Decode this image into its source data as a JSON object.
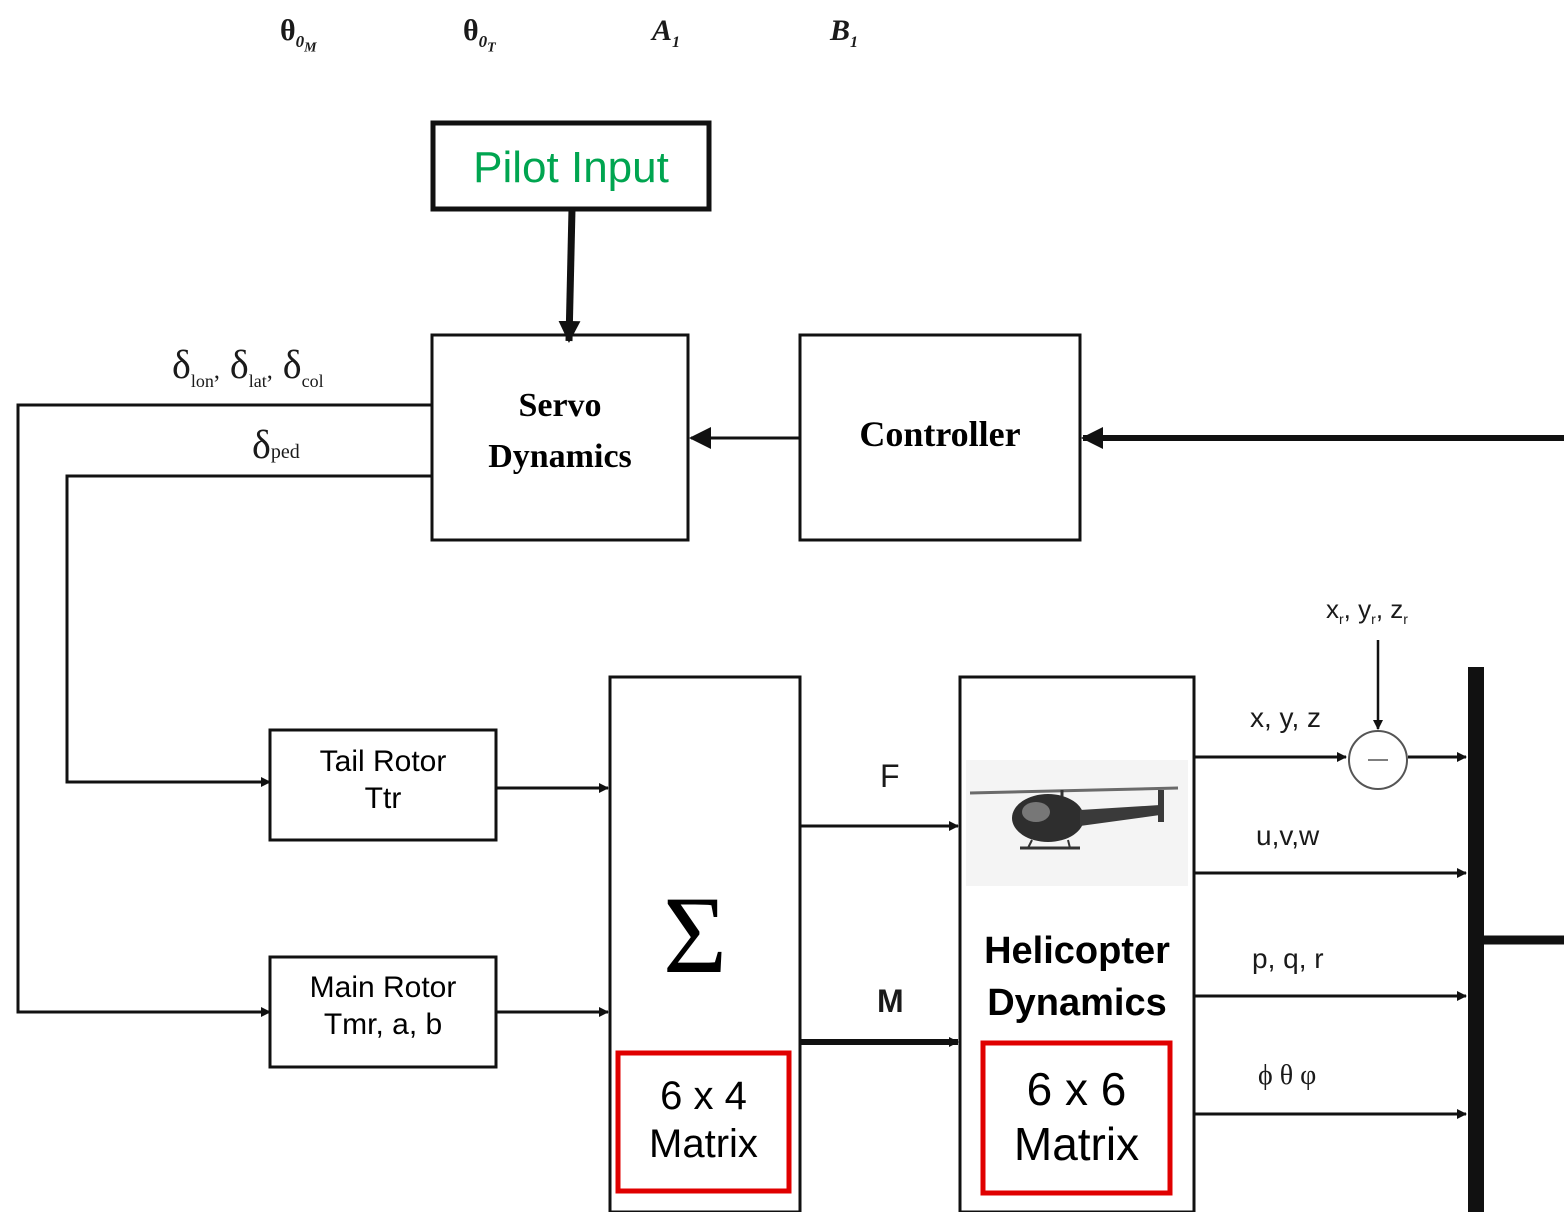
{
  "header": {
    "symbols": [
      {
        "base": "θ",
        "sub": "0",
        "subsub": "M"
      },
      {
        "base": "θ",
        "sub": "0",
        "subsub": "T"
      },
      {
        "base": "A",
        "sub": "1"
      },
      {
        "base": "B",
        "sub": "1"
      }
    ]
  },
  "blocks": {
    "pilot_input": "Pilot Input",
    "servo_line1": "Servo",
    "servo_line2": "Dynamics",
    "controller": "Controller",
    "tail_rotor_line1": "Tail Rotor",
    "tail_rotor_line2": "Ttr",
    "main_rotor_line1": "Main Rotor",
    "main_rotor_line2": "Tmr, a, b",
    "sum_symbol": "Σ",
    "sum_matrix_line1": "6 x 4",
    "sum_matrix_line2": "Matrix",
    "heli_line1": "Helicopter",
    "heli_line2": "Dynamics",
    "heli_matrix_line1": "6 x 6",
    "heli_matrix_line2": "Matrix"
  },
  "signals": {
    "delta_group": {
      "d": "δ",
      "lon": "lon",
      "lat": "lat",
      "col": "col",
      "sep": ","
    },
    "delta_ped": {
      "d": "δ",
      "ped": "ped"
    },
    "force": "F",
    "moment": "M",
    "position": "x, y, z",
    "velocity": "u,v,w",
    "rates": "p, q, r",
    "attitude": "ϕ θ φ",
    "reference": {
      "x": "x",
      "y": "y",
      "z": "z",
      "sub": "r",
      "sep": ","
    }
  },
  "colors": {
    "line": "#111111",
    "pilot_text": "#00a550",
    "matrix_border": "#e00000",
    "helicopter_body": "#2e2e2e"
  }
}
